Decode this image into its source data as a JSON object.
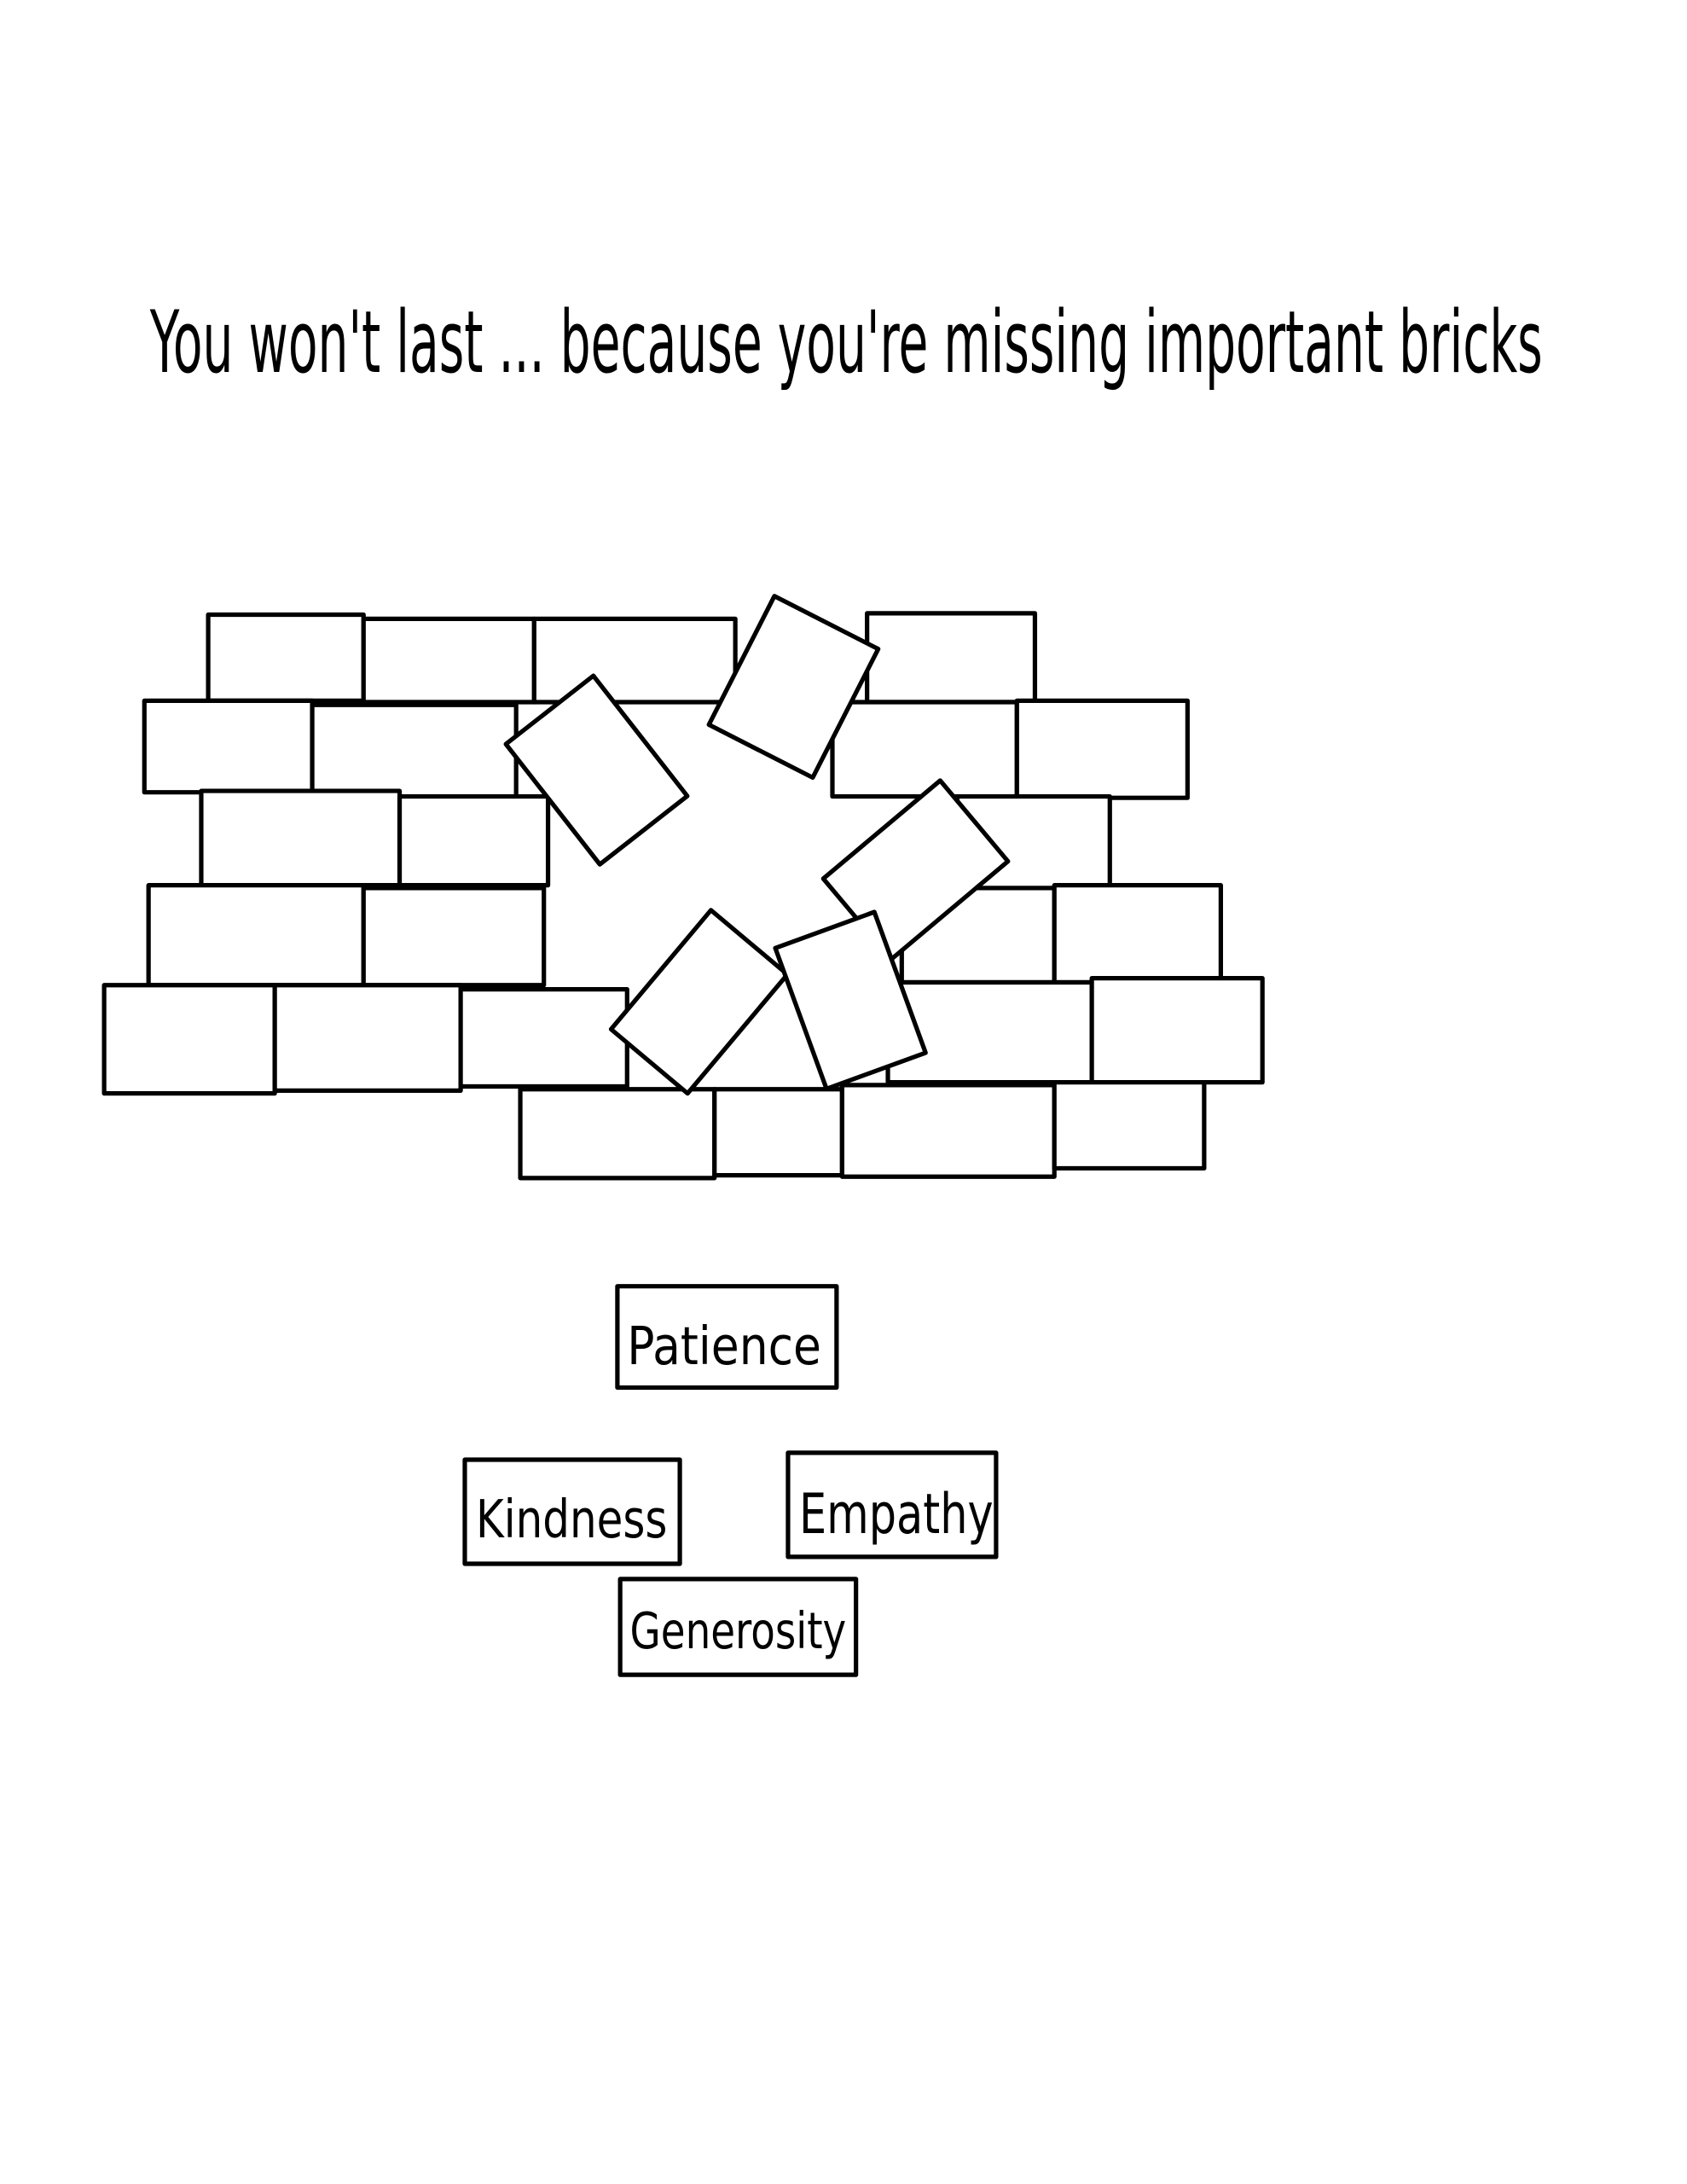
{
  "title": "You won't last ... because you're missing important bricks",
  "words": {
    "patience": "Patience",
    "kindness": "Kindness",
    "empathy": "Empathy",
    "generosity": "Generosity"
  },
  "colors": {
    "ink": "#000000",
    "paper": "#ffffff"
  }
}
